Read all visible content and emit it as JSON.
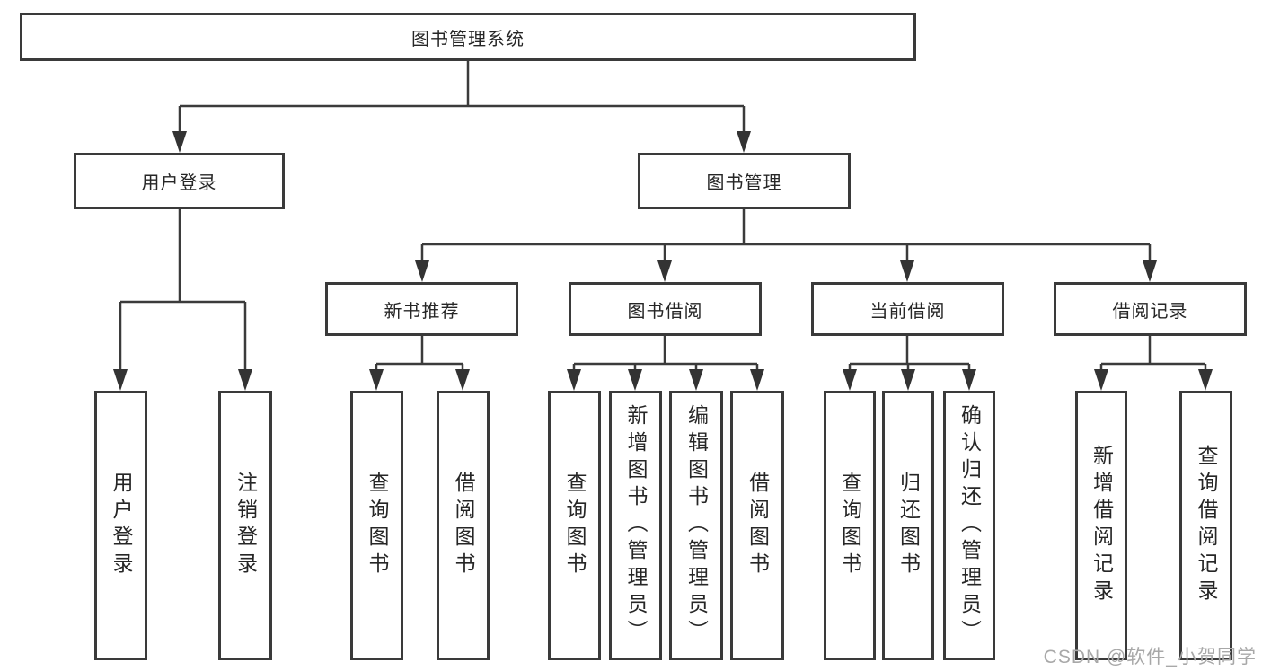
{
  "diagram_type": "tree",
  "tree": {
    "label": "图书管理系统",
    "children": [
      {
        "label": "用户登录",
        "children": [
          {
            "label": "用户登录"
          },
          {
            "label": "注销登录"
          }
        ]
      },
      {
        "label": "图书管理",
        "children": [
          {
            "label": "新书推荐",
            "children": [
              {
                "label": "查询图书"
              },
              {
                "label": "借阅图书"
              }
            ]
          },
          {
            "label": "图书借阅",
            "children": [
              {
                "label": "查询图书"
              },
              {
                "label": "新增图书（管理员）"
              },
              {
                "label": "编辑图书（管理员）"
              },
              {
                "label": "借阅图书"
              }
            ]
          },
          {
            "label": "当前借阅",
            "children": [
              {
                "label": "查询图书"
              },
              {
                "label": "归还图书"
              },
              {
                "label": "确认归还（管理员）"
              }
            ]
          },
          {
            "label": "借阅记录",
            "children": [
              {
                "label": "新增借阅记录"
              },
              {
                "label": "查询借阅记录"
              }
            ]
          }
        ]
      }
    ]
  },
  "watermark": {
    "text": "CSDN @软件_小贺同学"
  },
  "colors": {
    "line": "#3b3b3b",
    "border": "#3a3a3a",
    "text": "#262626",
    "watermark_text": "#a8a8a8",
    "background": "#ffffff"
  }
}
